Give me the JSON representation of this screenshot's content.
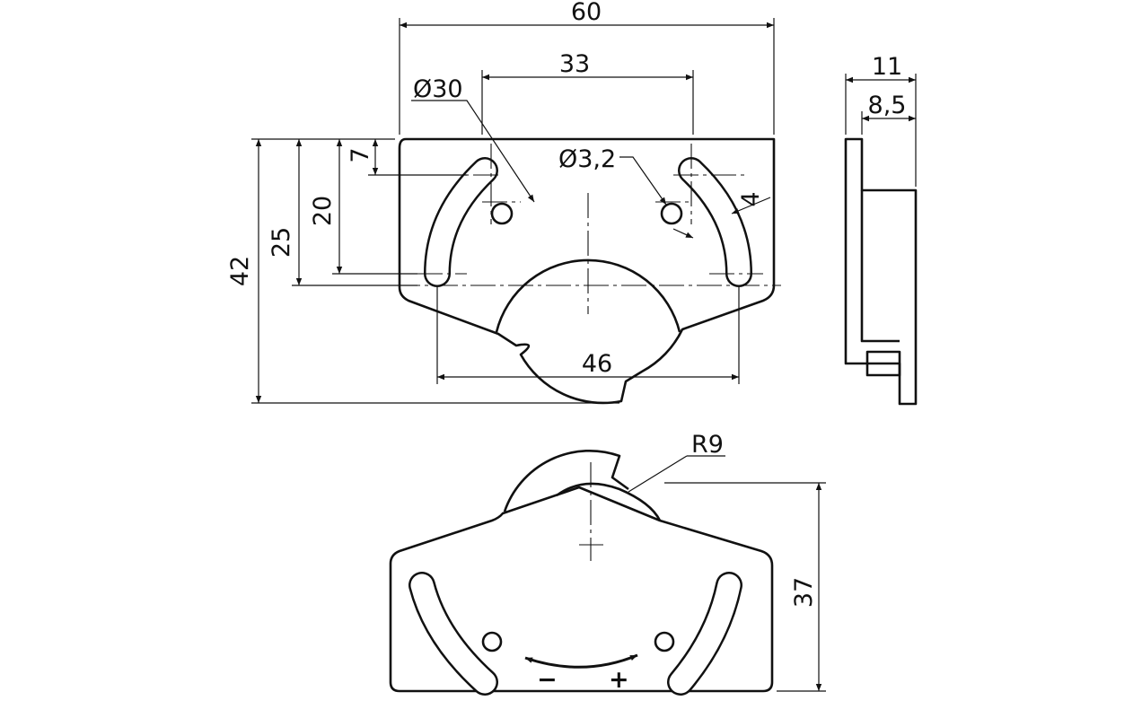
{
  "title": "Mounting plate technical drawing",
  "dimensions": {
    "width_total": "60",
    "hole_spacing": "33",
    "bore_diameter": "Ø30",
    "hole_diameter": "Ø3,2",
    "slot_offset": "7",
    "slot_length": "20",
    "center_height": "25",
    "height_total": "42",
    "slot_width": "4",
    "slot_spacing": "46",
    "depth_total": "11",
    "depth_plate": "8,5",
    "radius": "R9",
    "height_bottom": "37"
  },
  "symbols": {
    "minus": "−",
    "plus": "+"
  },
  "colors": {
    "line": "#111111",
    "background": "#ffffff"
  }
}
